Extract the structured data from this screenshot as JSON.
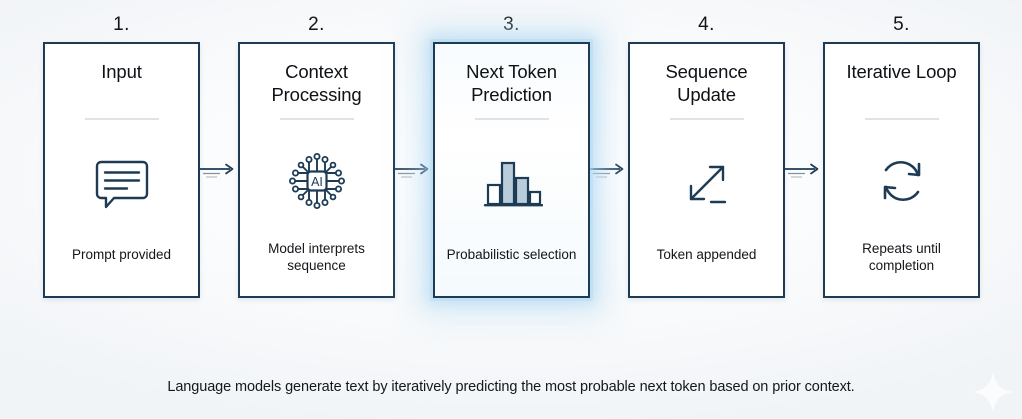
{
  "diagram": {
    "footer_caption": "Language models generate text by iteratively predicting the most probable next token based on prior context.",
    "colors": {
      "card_border": "#1d3b55",
      "icon_stroke": "#1d3b55",
      "divider": "#dfe2e6",
      "highlight_glow": "#a8d4f0",
      "bar_fill": "#b9ccd9",
      "text": "#13161a"
    },
    "steps": [
      {
        "number": "1.",
        "title": "Input",
        "caption": "Prompt provided",
        "icon": "speech-bubble-icon",
        "highlighted": false
      },
      {
        "number": "2.",
        "title": "Context Processing",
        "caption": "Model interprets sequence",
        "icon": "ai-chip-icon",
        "icon_label": "AI",
        "highlighted": false
      },
      {
        "number": "3.",
        "title": "Next Token Prediction",
        "caption": "Probabilistic selection",
        "icon": "bar-chart-icon",
        "highlighted": true
      },
      {
        "number": "4.",
        "title": "Sequence Update",
        "caption": "Token appended",
        "icon": "diagonal-expand-arrows-icon",
        "highlighted": false
      },
      {
        "number": "5.",
        "title": "Iterative Loop",
        "caption": "Repeats until completion",
        "icon": "refresh-loop-icon",
        "highlighted": false
      }
    ],
    "connectors": [
      {
        "name": "connector-arrow-1-to-2"
      },
      {
        "name": "connector-arrow-2-to-3"
      },
      {
        "name": "connector-arrow-3-to-4"
      },
      {
        "name": "connector-arrow-4-to-5"
      }
    ]
  }
}
